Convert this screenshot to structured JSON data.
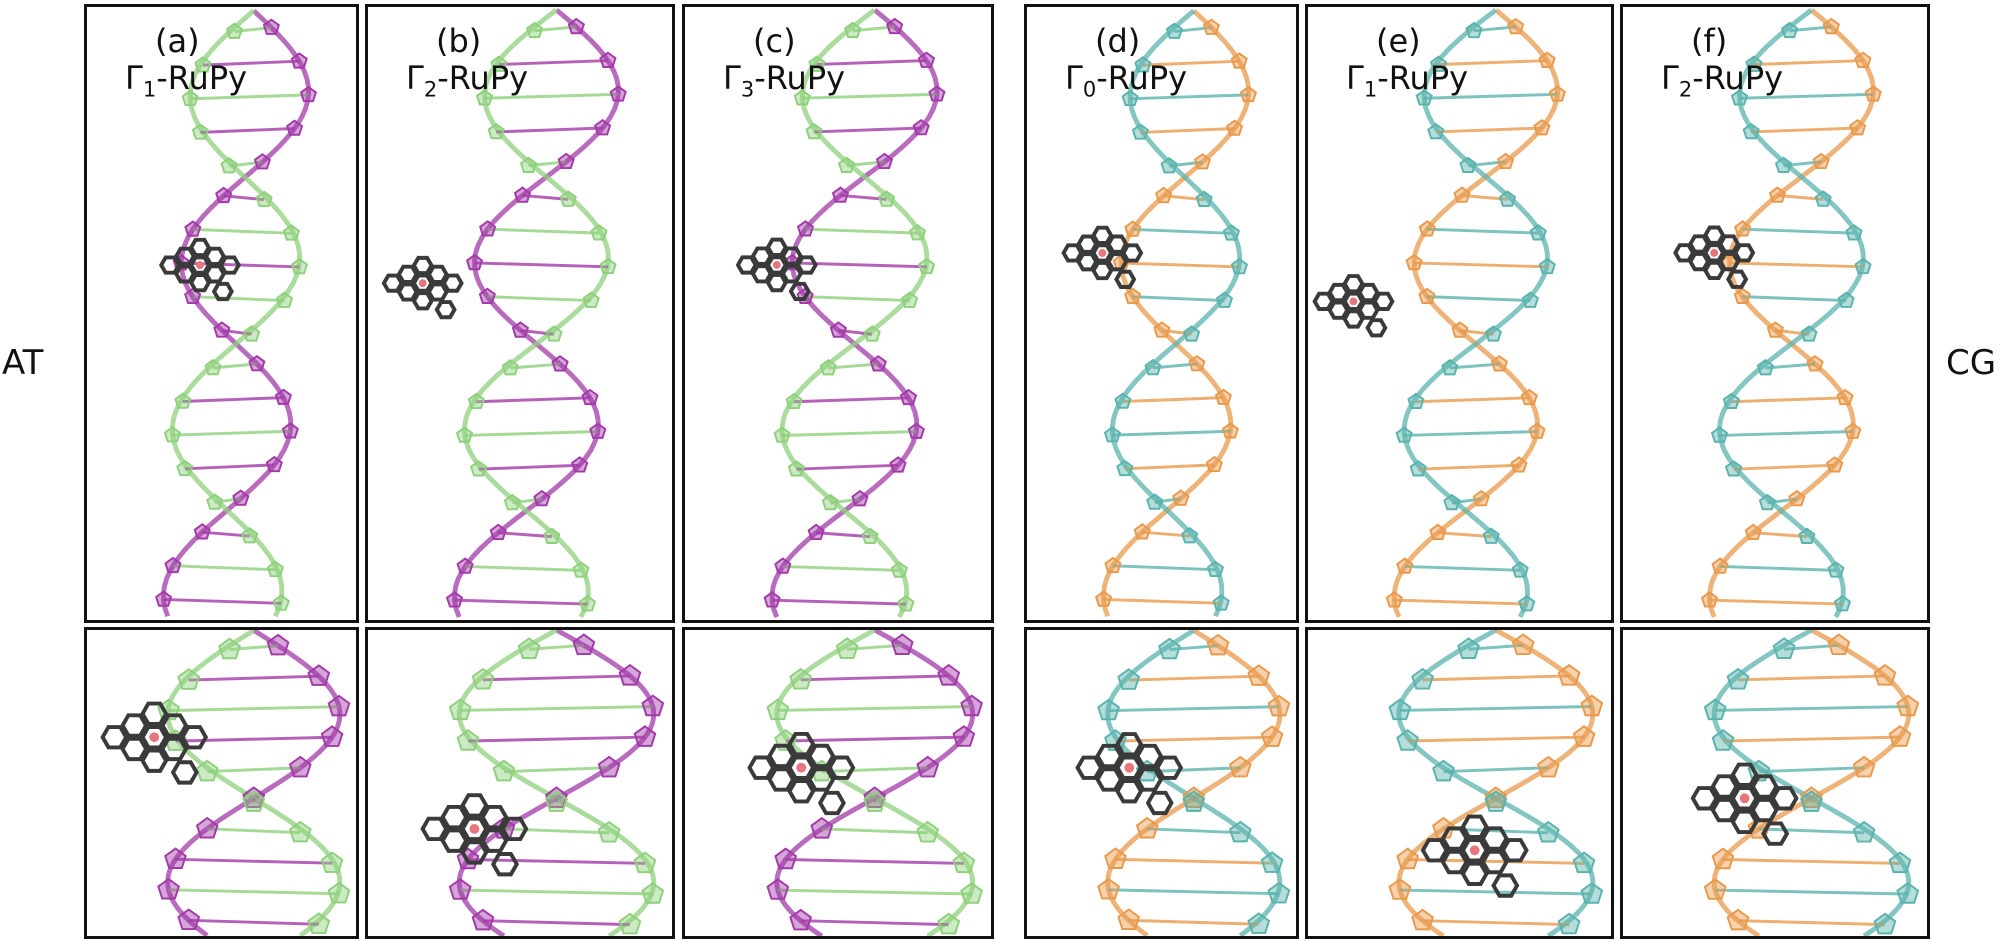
{
  "side_labels": {
    "left": "AT",
    "right": "CG"
  },
  "colors": {
    "at_strand_a": "#a23aa8",
    "at_strand_b": "#8fd07c",
    "cg_strand_a": "#e89a4c",
    "cg_strand_b": "#5bb3ad",
    "ligand": "#3a3a3a",
    "metal": "#e8747c"
  },
  "panels": [
    {
      "tag": "(a)",
      "gamma_sub": "1",
      "suffix": "-RuPy",
      "group": "AT"
    },
    {
      "tag": "(b)",
      "gamma_sub": "2",
      "suffix": "-RuPy",
      "group": "AT"
    },
    {
      "tag": "(c)",
      "gamma_sub": "3",
      "suffix": "-RuPy",
      "group": "AT"
    },
    {
      "tag": "(d)",
      "gamma_sub": "0",
      "suffix": "-RuPy",
      "group": "CG"
    },
    {
      "tag": "(e)",
      "gamma_sub": "1",
      "suffix": "-RuPy",
      "group": "CG"
    },
    {
      "tag": "(f)",
      "gamma_sub": "2",
      "suffix": "-RuPy",
      "group": "CG"
    }
  ]
}
